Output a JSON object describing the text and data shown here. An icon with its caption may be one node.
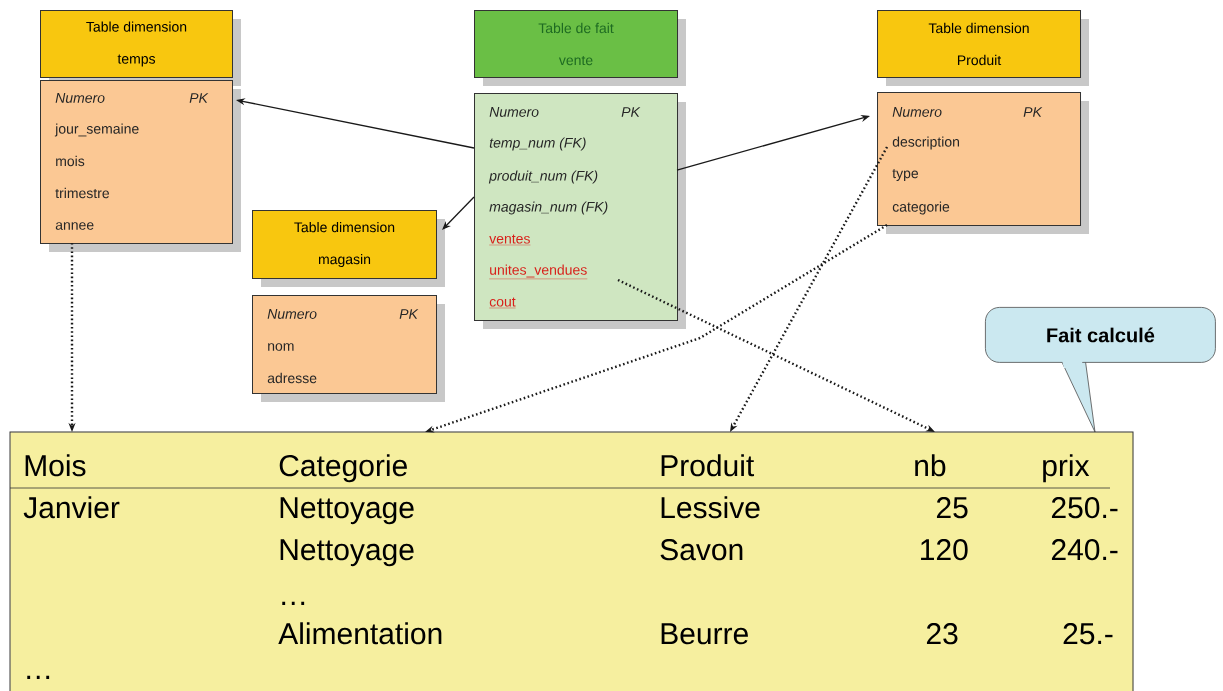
{
  "diagram": {
    "nodes": [
      {
        "text": [
          "Table dimension temps"
        ]
      },
      {
        "text": [
          "Numero",
          "PK",
          "jour_semaine",
          "mois",
          "trimestre",
          "annee"
        ]
      },
      {
        "text": [
          "Table de fait vente"
        ]
      },
      {
        "text": [
          "Numero",
          "PK",
          "temp_num (FK)",
          "produit_num (FK)",
          "magasin_num (FK)",
          "ventes",
          "unites_vendues",
          "cout"
        ]
      },
      {
        "text": [
          "Table dimension Produit"
        ]
      },
      {
        "text": [
          "Numero",
          "PK",
          "description",
          "type",
          "categorie"
        ]
      },
      {
        "text": [
          "Table dimension magasin"
        ]
      },
      {
        "text": [
          "Numero",
          "PK",
          "nom",
          "adresse"
        ]
      },
      {
        "text": [
          "Fait calculé"
        ]
      },
      {
        "text": [
          "Mois",
          "Categorie",
          "Produit",
          "nb",
          "prix",
          "Janvier",
          "Nettoyage",
          "Lessive",
          "25",
          "250.-",
          "Nettoyage",
          "Savon",
          "120",
          "240.-",
          "…",
          "Alimentation",
          "Beurre",
          "23",
          "25.-",
          "…"
        ]
      }
    ],
    "edges": [
      {
        "from": 3,
        "to": 1,
        "arrow": "to"
      },
      {
        "from": 3,
        "to": 6,
        "arrow": "to"
      },
      {
        "from": 3,
        "to": 5,
        "arrow": "to"
      },
      {
        "from": 1,
        "to": 9,
        "arrow": "to",
        "style": "dashed"
      },
      {
        "from": 5,
        "to": 9,
        "arrow": "to",
        "style": "dashed"
      },
      {
        "from": 5,
        "to": 9,
        "arrow": "to",
        "style": "dashed"
      },
      {
        "from": 3,
        "to": 9,
        "arrow": "to",
        "style": "dashed"
      }
    ]
  }
}
